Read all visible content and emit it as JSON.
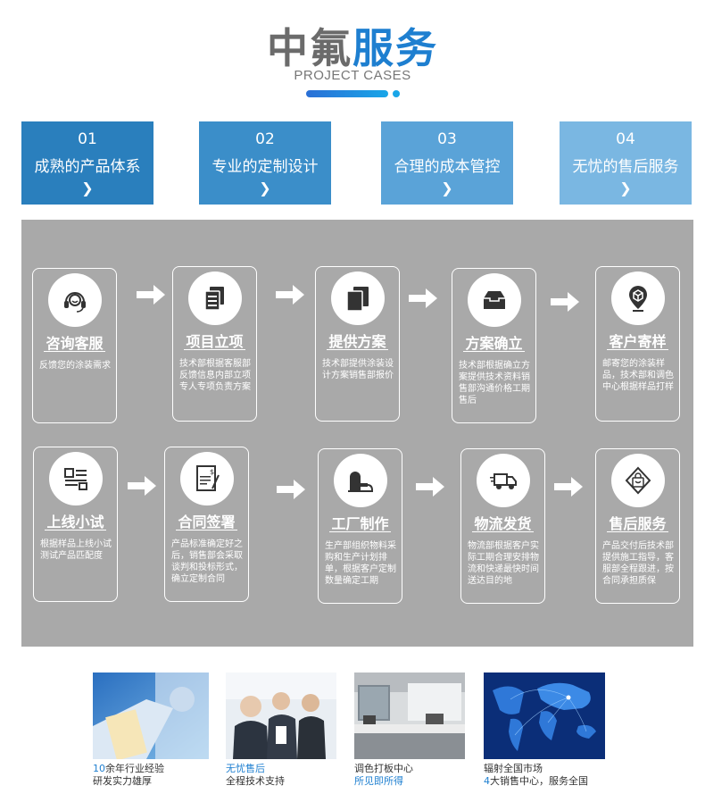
{
  "header": {
    "title_part1": "中氟",
    "title_part2": "服务",
    "subtitle": "PROJECT CASES"
  },
  "features": [
    {
      "num": "01",
      "label": "成熟的产品体系",
      "color": "#2a7fbd"
    },
    {
      "num": "02",
      "label": "专业的定制设计",
      "color": "#3b8ec9"
    },
    {
      "num": "03",
      "label": "合理的成本管控",
      "color": "#5aa3d8"
    },
    {
      "num": "04",
      "label": "无忧的售后服务",
      "color": "#7ab7e2"
    }
  ],
  "process": [
    {
      "title": "咨询客服",
      "desc": "反馈您的涂装需求",
      "icon": "headset-icon"
    },
    {
      "title": "项目立项",
      "desc": "技术部根据客服部反馈信息内部立项专人专项负责方案",
      "icon": "documents-icon"
    },
    {
      "title": "提供方案",
      "desc": "技术部提供涂装设计方案销售部报价",
      "icon": "copy-icon"
    },
    {
      "title": "方案确立",
      "desc": "技术部根据确立方案提供技术资料销售部沟通价格工期售后",
      "icon": "tray-icon"
    },
    {
      "title": "客户寄样",
      "desc": "邮寄您的涂装样品，技术部和调色中心根据样品打样",
      "icon": "map-pin-box-icon"
    },
    {
      "title": "上线小试",
      "desc": "根据样品上线小试测试产品匹配度",
      "icon": "list-icon"
    },
    {
      "title": "合同签署",
      "desc": "产品标准确定好之后，销售部会采取谈判和投标形式，确立定制合同",
      "icon": "contract-icon"
    },
    {
      "title": "工厂制作",
      "desc": "生产部组织物料采购和生产计划排单，根据客户定制数量确定工期",
      "icon": "factory-icon"
    },
    {
      "title": "物流发货",
      "desc": "物流部根据客户实际工期合理安排物流和快递最快时间送达目的地",
      "icon": "truck-icon"
    },
    {
      "title": "售后服务",
      "desc": "产品交付后技术部提供施工指导，客服部全程跟进，按合同承担质保",
      "icon": "bag-smile-icon"
    }
  ],
  "gallery": [
    {
      "line1_num": "10",
      "line1_text": "余年行业经验",
      "line2": "研发实力雄厚",
      "photo": "lab-scientist"
    },
    {
      "line1_num": "",
      "line1_text": "无忧售后",
      "line2": "全程技术支持",
      "photo": "call-center"
    },
    {
      "line1_num": "",
      "line1_text": "调色打板中心",
      "line2": "所见即所得",
      "photo": "lab-room"
    },
    {
      "line1_num": "",
      "line1_text": "辐射全国市场",
      "line2_num": "4",
      "line2": "大销售中心，服务全国",
      "photo": "world-map"
    }
  ],
  "colors": {
    "accent": "#1e7fd0",
    "panel": "#a9a9a9",
    "title_gray": "#6b6b6b"
  }
}
